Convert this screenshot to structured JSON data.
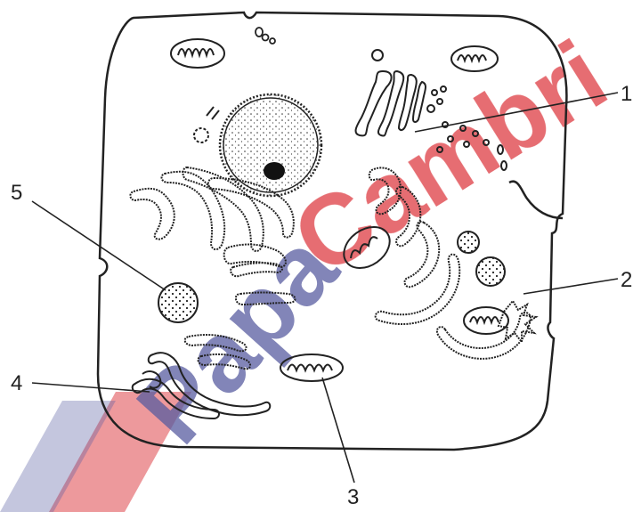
{
  "labels": {
    "l1": "1",
    "l2": "2",
    "l3": "3",
    "l4": "4",
    "l5": "5"
  },
  "watermark": {
    "text_a": "Papa",
    "text_b": "Cambri",
    "color_a": "#3a3f8f",
    "color_b": "#d9222a",
    "color_stripe": "#d9222a"
  },
  "colors": {
    "stroke": "#222222",
    "background": "#ffffff"
  }
}
